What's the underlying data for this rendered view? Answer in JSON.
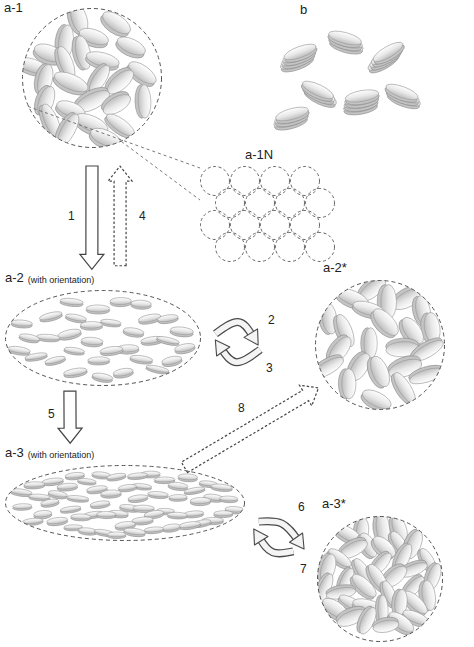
{
  "diagram": {
    "nodes": [
      {
        "text": [
          "a-1"
        ]
      },
      {
        "text": [
          "a-1N"
        ]
      },
      {
        "text": [
          "a-2",
          "(with orientation)"
        ]
      },
      {
        "text": [
          "a-2*"
        ]
      },
      {
        "text": [
          "a-3",
          "(with orientation)"
        ]
      },
      {
        "text": [
          "a-3*"
        ]
      }
    ],
    "edges": [
      {
        "from": 0,
        "to": 1,
        "arrow": "none"
      },
      {
        "from": 0,
        "to": 1,
        "arrow": "none"
      },
      {
        "from": 0,
        "to": 2,
        "label": "1",
        "arrow": "to"
      },
      {
        "from": 2,
        "to": 0,
        "label": "4",
        "arrow": "to"
      },
      {
        "from": 2,
        "to": 3,
        "label": "2",
        "arrow": "to"
      },
      {
        "from": 3,
        "to": 2,
        "label": "3",
        "arrow": "to"
      },
      {
        "from": 2,
        "to": 4,
        "label": "5",
        "arrow": "to"
      },
      {
        "from": 4,
        "to": 5,
        "label": "6",
        "arrow": "to"
      },
      {
        "from": 5,
        "to": 4,
        "label": "7",
        "arrow": "to"
      },
      {
        "from": 4,
        "to": 3,
        "label": "8",
        "arrow": "to"
      }
    ],
    "labels": [
      "b"
    ]
  }
}
